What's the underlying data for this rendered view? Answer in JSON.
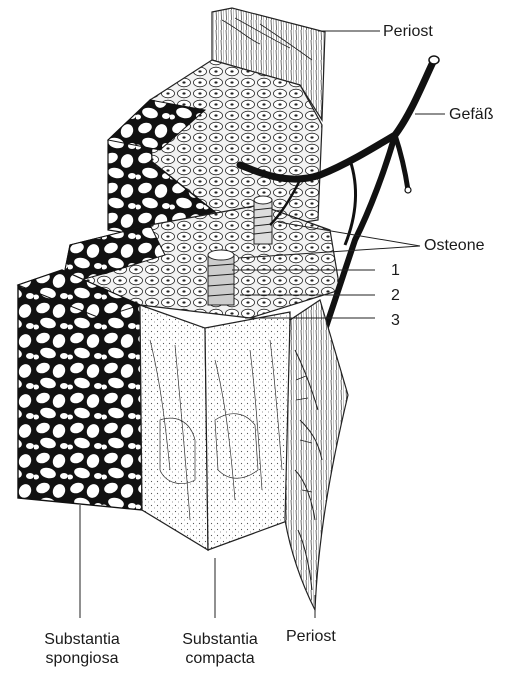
{
  "labels": {
    "periost_top": "Periost",
    "gefaess": "Gefäß",
    "osteone": "Osteone",
    "num1": "1",
    "num2": "2",
    "num3": "3",
    "spongiosa_line1": "Substantia",
    "spongiosa_line2": "spongiosa",
    "compacta_line1": "Substantia",
    "compacta_line2": "compacta",
    "periost_bottom": "Periost"
  }
}
